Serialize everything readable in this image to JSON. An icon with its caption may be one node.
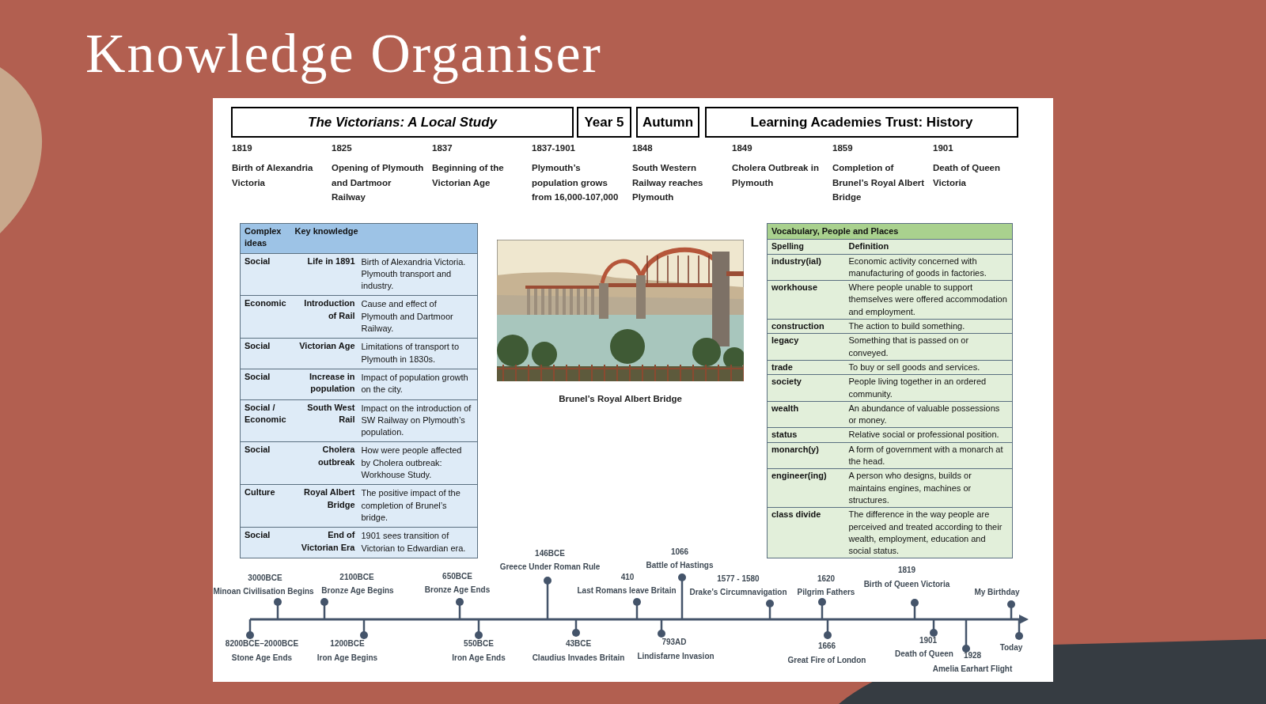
{
  "diagram": {
    "title": "Knowledge Organiser",
    "nodes": [
      {
        "text": [
          "The Victorians: A Local Study"
        ]
      },
      {
        "text": [
          "Year 5"
        ]
      },
      {
        "text": [
          "Autumn"
        ]
      },
      {
        "text": [
          "Learning Academies Trust:  History"
        ]
      },
      {
        "text": [
          "Complex ideas",
          "Key knowledge",
          "Social",
          "Life in 1891",
          "Birth of Alexandria Victoria.  Plymouth transport and industry.",
          "Economic",
          "Introduction of Rail",
          "Cause and effect of Plymouth and Dartmoor Railway.",
          "Social",
          "Victorian Age",
          "Limitations of transport to Plymouth in 1830s.",
          "Social",
          "Increase in population",
          "Impact of population growth on the city.",
          "Social / Economic",
          "South West Rail",
          "Impact on the introduction of SW Railway on Plymouth’s population.",
          "Social",
          "Cholera outbreak",
          "How were people affected by Cholera outbreak: Workhouse Study.",
          "Culture",
          "Royal Albert Bridge",
          "The positive impact of the completion of Brunel’s bridge.",
          "Social",
          "End of Victorian Era",
          "1901 sees transition of Victorian to Edwardian era."
        ]
      },
      {
        "text": [],
        "shape": "picture"
      },
      {
        "text": [
          "Vocabulary, People and Places",
          "Spelling",
          "Definition",
          "industry(ial)",
          "Economic activity concerned with manufacturing of goods in factories.",
          "workhouse",
          "Where people unable to support themselves were offered accommodation and employment.",
          "construction",
          "The action to build something.",
          "legacy",
          "Something that is passed on or conveyed.",
          "trade",
          "To buy or sell goods and services.",
          "society",
          "People living together in an ordered community.",
          "wealth",
          "An abundance of valuable possessions or money.",
          "status",
          "Relative social or professional position.",
          "monarch(y)",
          "A form of government with a monarch at the head.",
          "engineer(ing)",
          "A person who designs, builds or maintains engines, machines or structures.",
          "class divide",
          "The difference in the way people are perceived and treated according to their wealth, employment, education and social status."
        ]
      }
    ],
    "labels": [
      "1819",
      "Birth of Alexandria Victoria",
      "1825",
      "Opening of Plymouth and Dartmoor Railway",
      "1837",
      "Beginning of the Victorian Age",
      "1837-1901",
      "Plymouth’s population grows from 16,000-107,000",
      "1848",
      "South Western Railway reaches Plymouth",
      "1849",
      "Cholera Outbreak in Plymouth",
      "1859",
      "Completion of Brunel’s Royal Albert Bridge",
      "1901",
      "Death of Queen Victoria",
      "8200BCE–2000BCE",
      "Stone Age Ends",
      "3000BCE",
      "Minoan Civilisation Begins",
      "2100BCE",
      "Bronze Age Begins",
      "1200BCE",
      "Iron Age Begins",
      "650BCE",
      "Bronze Age Ends",
      "550BCE",
      "Iron Age Ends",
      "146BCE",
      "Greece Under Roman Rule",
      "43BCE",
      "Claudius Invades Britain",
      "410",
      "Last Romans leave Britain",
      "793AD",
      "Lindisfarne Invasion",
      "1066",
      "Battle of Hastings",
      "1577 - 1580",
      "Drake’s Circumnavigation",
      "1620",
      "Pilgrim Fathers",
      "1666",
      "Great Fire of London",
      "1819",
      "Birth of Queen Victoria",
      "1901",
      "Death of Queen",
      "1928",
      "Amelia Earhart Flight",
      "My Birthday",
      "Today",
      "Brunel’s Royal Albert Bridge"
    ]
  }
}
